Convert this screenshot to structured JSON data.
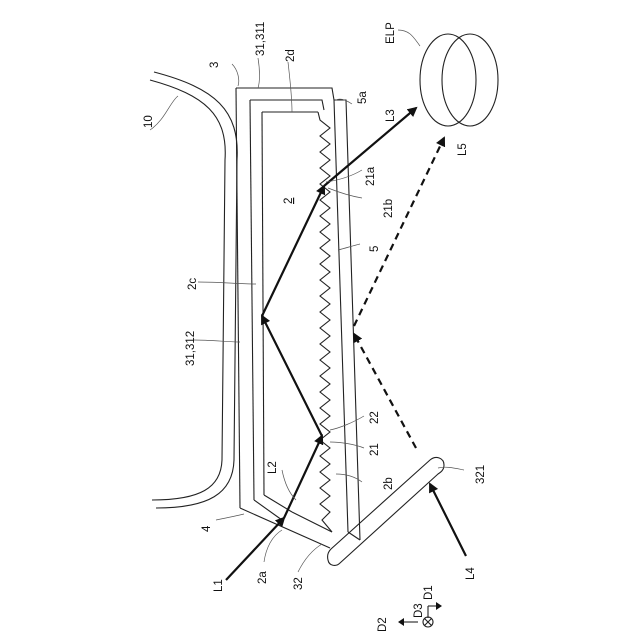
{
  "labels": {
    "windshield": "10",
    "housing": "3",
    "region_311": "31,311",
    "region_312": "31,312",
    "surface_2d": "2d",
    "surface_5a": "5a",
    "light_L3": "L3",
    "surface_21a": "21a",
    "surface_21b": "21b",
    "guide": "2",
    "film": "5",
    "surface_2c": "2c",
    "light_L2": "L2",
    "prism_22": "22",
    "prism_21": "21",
    "surface_2b": "2b",
    "part_4": "4",
    "light_L1": "L1",
    "surface_2a": "2a",
    "part_32": "32",
    "source_321": "321",
    "light_L4": "L4",
    "eye_ELP": "ELP",
    "light_L5": "L5",
    "dir_D1": "D1",
    "dir_D2": "D2",
    "dir_D3": "D3"
  }
}
